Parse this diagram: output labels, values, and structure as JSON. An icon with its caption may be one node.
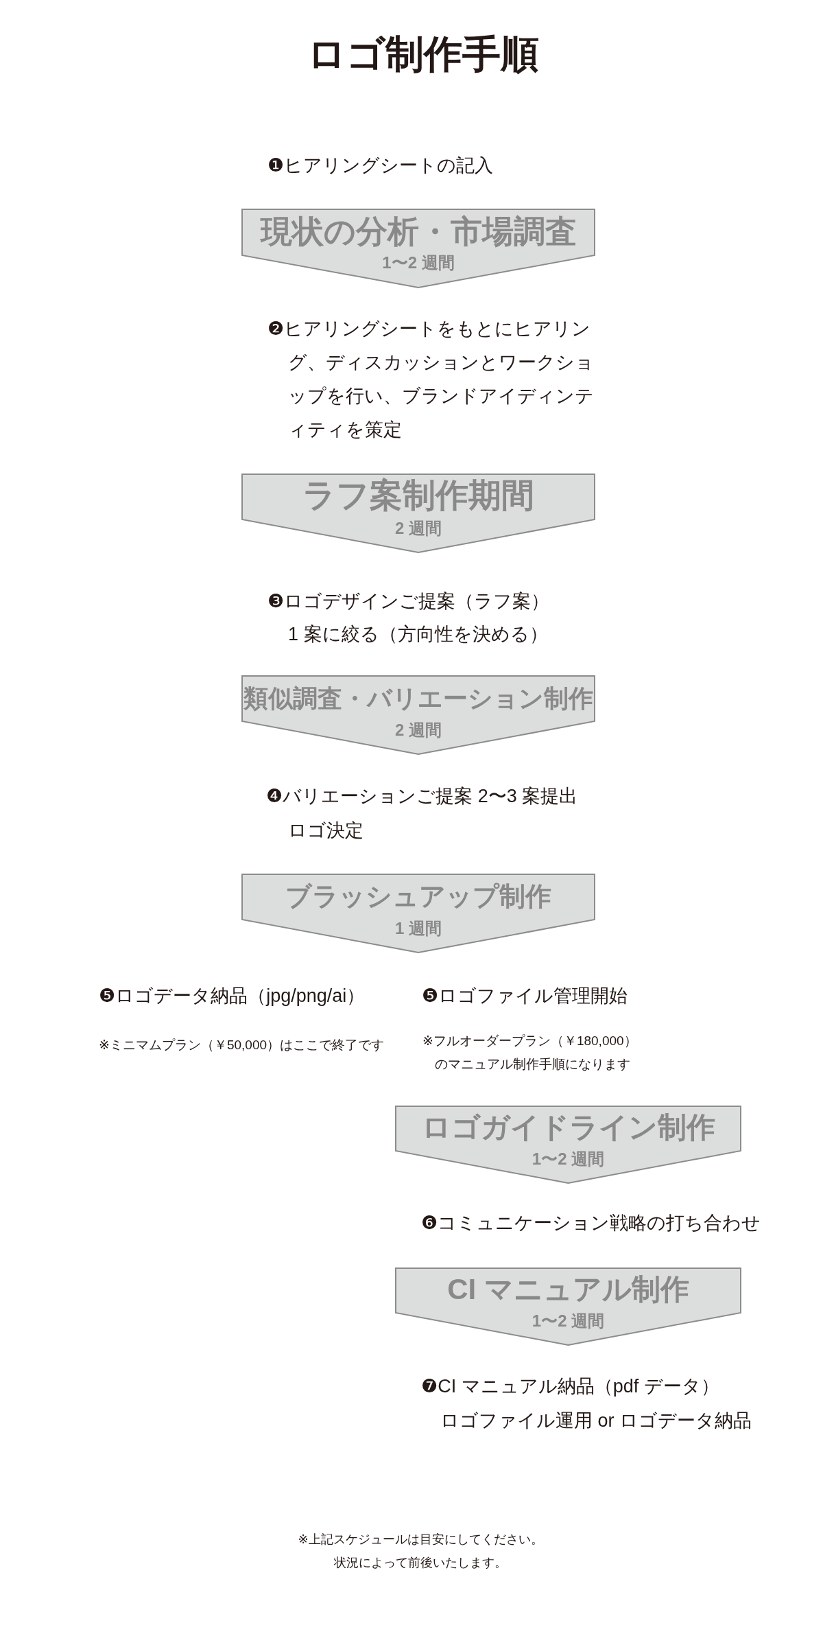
{
  "diagram": {
    "title": "ロゴ制作手順",
    "nodes": [
      {
        "text": [
          "現状の分析・市場調査",
          "1〜2 週間"
        ]
      },
      {
        "text": [
          "ラフ案制作期間",
          "2 週間"
        ]
      },
      {
        "text": [
          "類似調査・バリエーション制作",
          "2 週間"
        ]
      },
      {
        "text": [
          "ブラッシュアップ制作",
          "1 週間"
        ]
      },
      {
        "text": [
          "ロゴガイドライン制作",
          "1〜2 週間"
        ]
      },
      {
        "text": [
          "CI マニュアル制作",
          "1〜2 週間"
        ]
      }
    ],
    "labels": [
      "❶ヒアリングシートの記入",
      "❷ヒアリングシートをもとにヒアリング、ディスカッションとワークショップを行い、ブランドアイディンティティを策定",
      "❸ロゴデザインご提案（ラフ案）1 案に絞る（方向性を決める）",
      "❹バリエーションご提案 2〜3 案提出ロゴ決定",
      "❺ロゴデータ納品（jpg/png/ai）",
      "❺ロゴファイル管理開始",
      "※ミニマムプラン（￥50,000）はここで終了です",
      "※フルオーダープラン（￥180,000）のマニュアル制作手順になります",
      "❻コミュニケーション戦略の打ち合わせ",
      "❼CI マニュアル納品（pdf データ）ロゴファイル運用 or ロゴデータ納品",
      "※上記スケジュールは目安にしてください。状況によって前後いたします。"
    ]
  }
}
